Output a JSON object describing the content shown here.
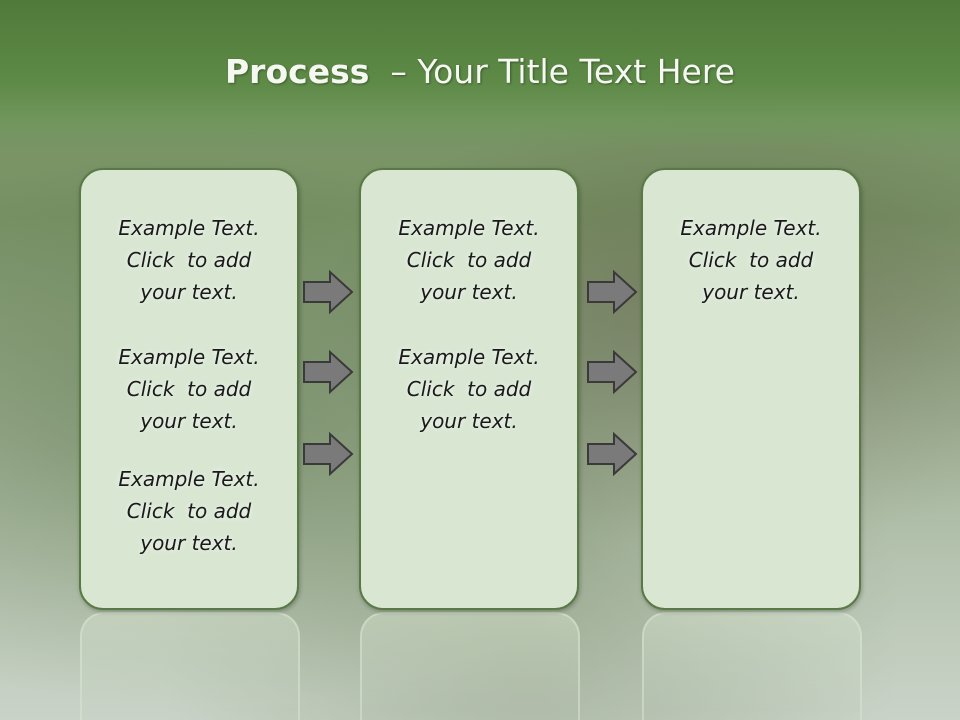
{
  "slide": {
    "title_bold": "Process",
    "title_rest": "  – Your Title Text Here"
  },
  "columns": [
    {
      "items": [
        {
          "line1": "Example Text.",
          "line2": "Click  to add",
          "line3": "your text."
        },
        {
          "line1": "Example Text.",
          "line2": "Click  to add",
          "line3": "your text."
        },
        {
          "line1": "Example Text.",
          "line2": "Click  to add",
          "line3": "your text."
        }
      ]
    },
    {
      "items": [
        {
          "line1": "Example Text.",
          "line2": "Click  to add",
          "line3": "your text."
        },
        {
          "line1": "Example Text.",
          "line2": "Click  to add",
          "line3": "your text."
        }
      ]
    },
    {
      "items": [
        {
          "line1": "Example Text.",
          "line2": "Click  to add",
          "line3": "your text."
        }
      ]
    }
  ],
  "arrows": {
    "icon": "arrow-right-icon",
    "fill": "#7a7a7a",
    "stroke": "#3a3a3a"
  },
  "colors": {
    "title_bar": "#4f7a3a",
    "card_fill": "#d8e6d2",
    "card_border": "#5a7a45"
  }
}
